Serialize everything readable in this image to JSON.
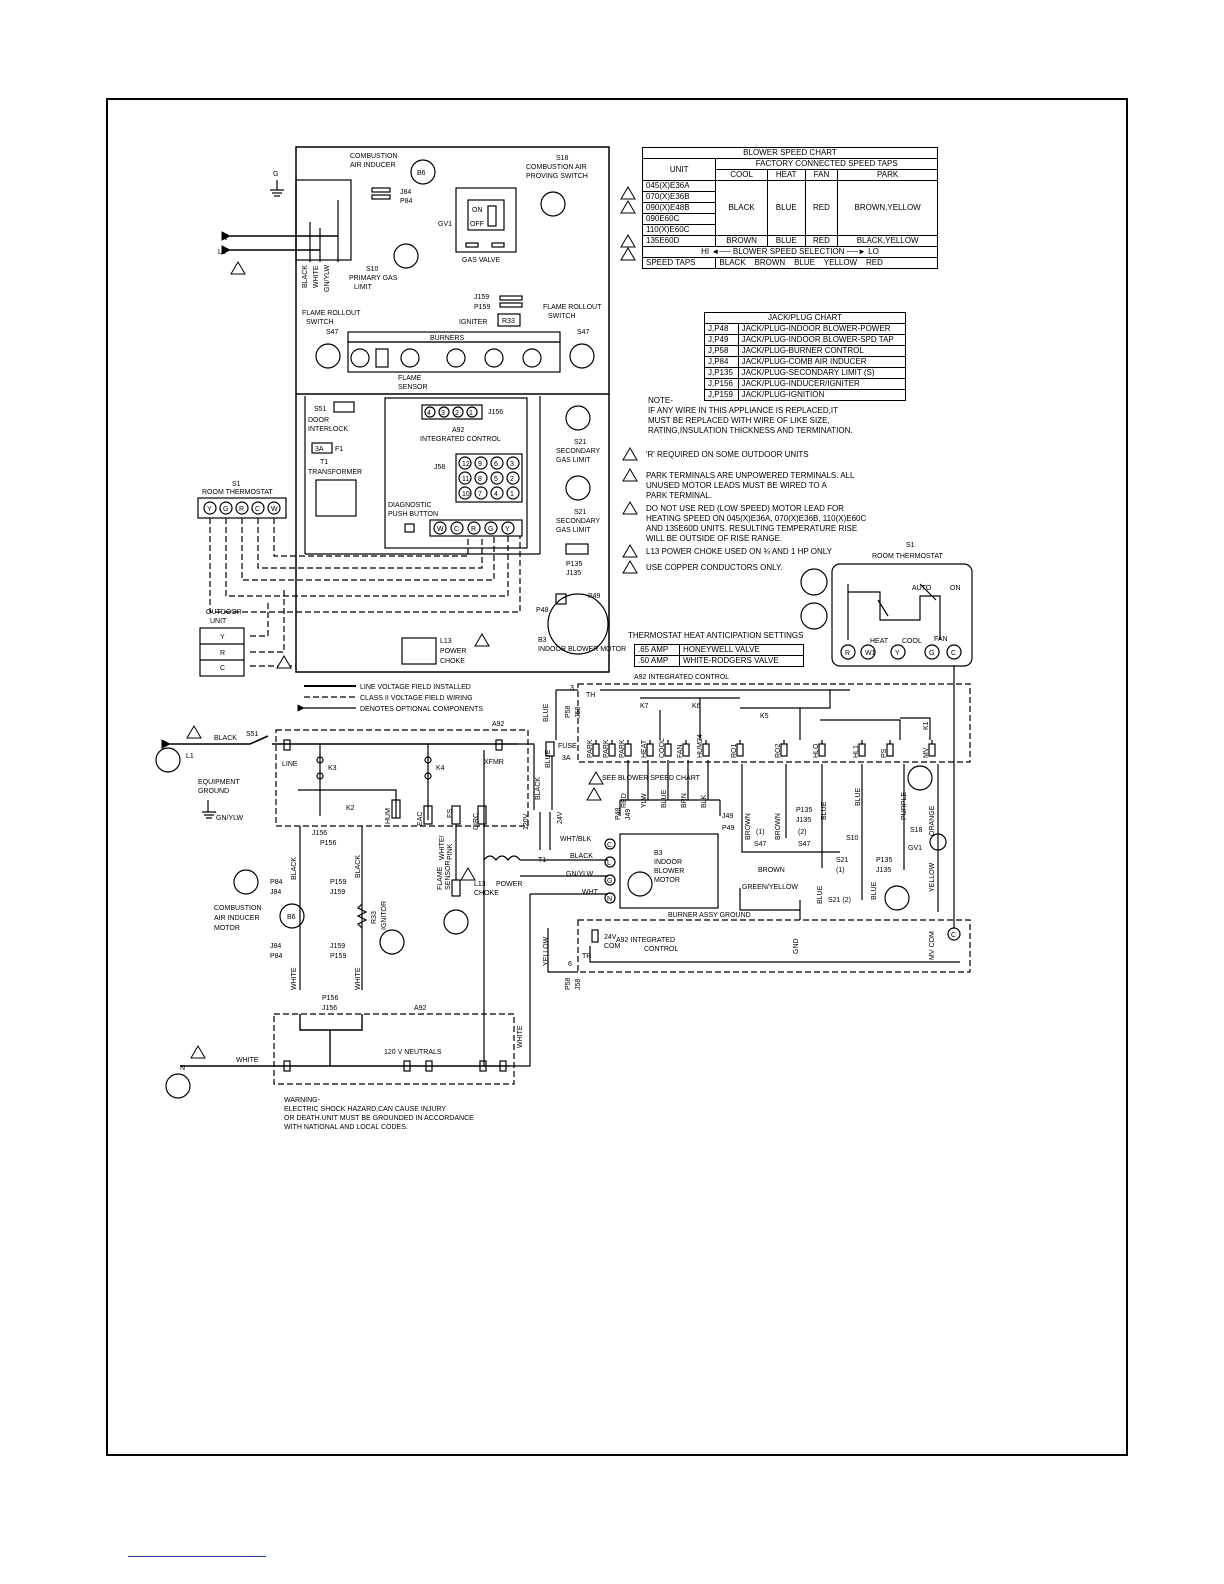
{
  "colors": {
    "line": "#000000",
    "page_rule": "#223a9a"
  },
  "icons": [
    "warning-triangle-icon",
    "ground-icon",
    "switch-icon",
    "coil-icon",
    "fuse-icon",
    "motor-icon",
    "connector-icon"
  ],
  "blower_chart": {
    "title": "BLOWER SPEED CHART",
    "subtitle": "FACTORY CONNECTED SPEED TAPS",
    "headers": [
      "UNIT",
      "COOL",
      "HEAT",
      "FAN",
      "PARK"
    ],
    "units": [
      "045(X)E36A",
      "070(X)E36B",
      "090(X)E48B",
      "090E60C",
      "110(X)E60C"
    ],
    "units_values": {
      "cool": "BLACK",
      "heat": "BLUE",
      "fan": "RED",
      "park": "BROWN,YELLOW"
    },
    "last_row": [
      "135E60D",
      "BROWN",
      "BLUE",
      "RED",
      "BLACK,YELLOW"
    ],
    "selection_label": "BLOWER SPEED SELECTION",
    "hi": "HI",
    "lo": "LO",
    "speed_taps_label": "SPEED TAPS",
    "speed_taps": [
      "BLACK",
      "BROWN",
      "BLUE",
      "YELLOW",
      "RED"
    ]
  },
  "jack_chart": {
    "title": "JACK/PLUG CHART",
    "rows": [
      [
        "J,P48",
        "JACK/PLUG-INDOOR BLOWER-POWER"
      ],
      [
        "J,P49",
        "JACK/PLUG-INDOOR BLOWER-SPD TAP"
      ],
      [
        "J,P58",
        "JACK/PLUG-BURNER CONTROL"
      ],
      [
        "J,P84",
        "JACK/PLUG-COMB AIR INDUCER"
      ],
      [
        "J,P135",
        "JACK/PLUG-SECONDARY LIMIT  (S)"
      ],
      [
        "J,P156",
        "JACK/PLUG-INDUCER/IGNITER"
      ],
      [
        "J,P159",
        "JACK/PLUG-IGNITION"
      ]
    ]
  },
  "notes": {
    "note_lines": [
      "NOTE-",
      "IF ANY WIRE IN THIS APPLIANCE IS REPLACED,IT",
      "MUST BE REPLACED WITH WIRE OF LIKE SIZE,",
      "RATING,INSULATION THICKNESS AND TERMINATION."
    ],
    "n1": "'R' REQUIRED ON SOME OUTDOOR UNITS",
    "n2": [
      "PARK TERMINALS ARE UNPOWERED TERMINALS. ALL",
      "UNUSED MOTOR LEADS MUST BE WIRED TO A",
      "PARK TERMINAL."
    ],
    "n3": [
      "DO NOT USE RED (LOW SPEED) MOTOR LEAD FOR",
      "HEATING SPEED ON 045(X)E36A, 070(X)E36B, 110(X)E60C",
      "AND 135E60D UNITS. RESULTING TEMPERATURE RISE",
      "WILL BE OUTSIDE OF RISE RANGE."
    ],
    "n4": "L13 POWER CHOKE USED ON ¾ AND 1 HP ONLY",
    "n5": "USE COPPER CONDUCTORS ONLY."
  },
  "anticipation": {
    "title": "THERMOSTAT HEAT ANTICIPATION SETTINGS",
    "rows": [
      [
        ".65 AMP",
        "HONEYWELL VALVE"
      ],
      [
        ".50 AMP",
        "WHITE-RODGERS VALVE"
      ]
    ]
  },
  "legend": {
    "line_voltage": "LINE VOLTAGE FIELD INSTALLED",
    "class2": "CLASS II VOLTAGE FIELD WIRING",
    "optional": "DENOTES OPTIONAL COMPONENTS"
  },
  "warning": [
    "WARNING-",
    "ELECTRIC SHOCK HAZARD,CAN CAUSE INJURY",
    "OR DEATH.UNIT MUST BE GROUNDED IN ACCORDANCE",
    "WITH NATIONAL AND LOCAL CODES."
  ],
  "labels": {
    "combustion_air_inducer": [
      "COMBUSTION",
      "AIR INDUCER"
    ],
    "b6": "B6",
    "j84": "J84",
    "p84": "P84",
    "s18": "S18",
    "s18_text": [
      "COMBUSTION AIR",
      "PROVING SWITCH"
    ],
    "g": "G",
    "n": "N",
    "l1": "L1",
    "black": "BLACK",
    "white": "WHITE",
    "gnylw": "GN/YLW",
    "gv1": "GV1",
    "on": "ON",
    "off": "OFF",
    "gas_valve": "GAS VALVE",
    "s10": "S10",
    "primary_limit": [
      "PRIMARY GAS",
      "LIMIT"
    ],
    "j159": "J159",
    "p159": "P159",
    "igniter": "IGNITER",
    "r33": "R33",
    "flame_rollout_left": [
      "FLAME ROLLOUT",
      "SWITCH"
    ],
    "s47": "S47",
    "flame_rollout_right": [
      "FLAME ROLLOUT",
      "SWITCH"
    ],
    "burners": "BURNERS",
    "flame_sensor": [
      "FLAME",
      "SENSOR"
    ],
    "s51": "S51",
    "door_interlock": [
      "DOOR",
      "INTERLOCK"
    ],
    "a92": "A92",
    "integrated_control": "INTEGRATED CONTROL",
    "j156": "J156",
    "fuse3a": "3A",
    "f1": "F1",
    "t1": "T1",
    "transformer": "TRANSFORMER",
    "j58": "J58",
    "j58_pins": [
      "12",
      "9",
      "6",
      "3",
      "11",
      "8",
      "5",
      "2",
      "10",
      "7",
      "4",
      "1"
    ],
    "j156_pins": [
      "4",
      "3",
      "2",
      "1"
    ],
    "s21": "S21",
    "secondary_limit": [
      "SECONDARY",
      "GAS LIMIT"
    ],
    "diagnostic": [
      "DIAGNOSTIC",
      "PUSH BUTTON"
    ],
    "s1": "S1",
    "room_thermostat": "ROOM THERMOSTAT",
    "tstat_terms": [
      "Y",
      "G",
      "R",
      "C",
      "W"
    ],
    "board_terms": [
      "W",
      "C",
      "R",
      "G",
      "Y"
    ],
    "p135": "P135",
    "j135": "J135",
    "p49": "P49",
    "p48": "P48",
    "b3": "B3",
    "indoor_blower_motor": "INDOOR BLOWER MOTOR",
    "outdoor_unit": [
      "OUTDOOR",
      "UNIT"
    ],
    "outdoor_terms": [
      "Y",
      "R",
      "C"
    ],
    "l13": "L13",
    "power_choke": [
      "POWER",
      "CHOKE"
    ],
    "auto": "AUTO",
    "heat": "HEAT",
    "cool": "COOL",
    "fan": "FAN",
    "s1_terms": [
      "R",
      "W1",
      "Y",
      "G",
      "C"
    ],
    "a92_integrated_control": "A92  INTEGRATED CONTROL",
    "th": "TH",
    "k7": "K7",
    "k6": "K6",
    "k5": "K5",
    "k1": "K1",
    "blue": "BLUE",
    "p58": "P58",
    "j58b": "J58",
    "ctrl_terms": [
      "PARK",
      "PARK",
      "PARK",
      "HEAT",
      "COOL",
      "FAN",
      "HUM24",
      "RO1",
      "RO2",
      "HLO",
      "HL1",
      "PS",
      "MV"
    ],
    "see_chart": "SEE BLOWER SPEED CHART",
    "tap_wires": [
      "RED",
      "YLW",
      "BLUE",
      "BRN",
      "BLK"
    ],
    "j49": "J49",
    "brown": "BROWN",
    "purple": "PURPLE",
    "orange": "ORANGE",
    "yellow": "YELLOW",
    "pin_nums": [
      "6",
      "11",
      "1",
      "10",
      "12",
      "2",
      "8",
      "9"
    ],
    "s47_1": "(1)",
    "s47_2": "(2)",
    "s21_1": "(1)",
    "s21_2": "S21 (2)",
    "green_yellow": "GREEN/YELLOW",
    "burner_ground": "BURNER ASSY GROUND",
    "a92_ic": [
      "A92 INTEGRATED",
      "CONTROL"
    ],
    "v24": "24V",
    "com": "COM",
    "tr": "TR",
    "gnd": "GND",
    "mv_com": "MV COM",
    "c": "C",
    "equipment_ground": [
      "EQUIPMENT",
      "GROUND"
    ],
    "line": "LINE",
    "k3": "K3",
    "k4": "K4",
    "k2": "K2",
    "xfmr": "XFMR",
    "fuse": "FUSE",
    "fuse_3a": "3A",
    "hum": "HUM",
    "eac": "EAC",
    "fs": "FS",
    "circ": "CIRC",
    "white_pink": [
      "WHITE/",
      "PINK"
    ],
    "flame_sensor_rot": [
      "FLAME",
      "SENSOR"
    ],
    "v120": "120V",
    "v24b": "24V",
    "t1b": "T1",
    "wht_blk": "WHT/BLK",
    "wht": "WHT",
    "motor_terms": [
      "C",
      "L",
      "G",
      "N"
    ],
    "b3_text": [
      "B3",
      "INDOOR",
      "BLOWER",
      "MOTOR"
    ],
    "combustion_motor": [
      "COMBUSTION",
      "AIR INDUCER",
      "MOTOR"
    ],
    "ignitor": "IGNITOR",
    "neutrals": "120 V NEUTRALS",
    "p156": "P156",
    "j156b": "J156",
    "one": "1",
    "two": "2",
    "three": "3",
    "four": "4",
    "five": "5",
    "six": "6"
  }
}
